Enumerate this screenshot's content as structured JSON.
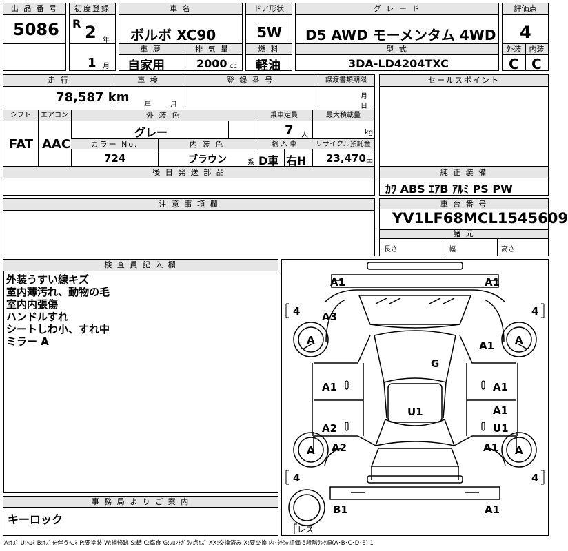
{
  "header": {
    "lot_label": "出 品 番 号",
    "lot_no": "5086",
    "first_reg_label": "初度登録",
    "era": "R",
    "year": "2",
    "year_unit": "年",
    "month": "1",
    "month_unit": "月",
    "car_name_label": "車 名",
    "car_name": "ボルボ XC90",
    "door_label": "ドア形状",
    "door": "5W",
    "grade_label": "グ レ ー ド",
    "grade": "D5 AWD モーメンタム 4WD",
    "score_label": "評価点",
    "score": "4",
    "history_label": "車 歴",
    "history": "自家用",
    "displacement_label": "排 気 量",
    "displacement": "2000",
    "displacement_unit": "cc",
    "fuel_label": "燃 料",
    "fuel": "軽油",
    "model_label": "型 式",
    "model": "3DA-LD4204TXC",
    "ext_grade_label": "外装",
    "ext_grade": "C",
    "int_grade_label": "内装",
    "int_grade": "C"
  },
  "info": {
    "mileage_label": "走 行",
    "mileage": "78,587 km",
    "inspection_label": "車 検",
    "insp_year_unit": "年",
    "insp_month_unit": "月",
    "reg_no_label": "登 録 番 号",
    "transfer_label": "譲渡書類期限",
    "transfer_month_unit": "月",
    "transfer_day_unit": "日",
    "sales_point_label": "セールスポイント",
    "shift_label": "シフト",
    "shift": "FAT",
    "ac_label": "エアコン",
    "ac": "AAC",
    "color_label": "外 装 色",
    "color": "グレー",
    "capacity_label": "乗車定員",
    "capacity": "7",
    "capacity_unit": "人",
    "load_label": "最大積載量",
    "load_unit": "kg",
    "color_no_label": "カラー No.",
    "color_no": "724",
    "int_color_label": "内 装 色",
    "int_color": "ブラウン",
    "int_color_unit": "系",
    "import_label": "輸 入 車",
    "import_d": "D車",
    "import_h": "右H",
    "recycle_label": "リサイクル預託金",
    "recycle": "23,470",
    "recycle_unit": "円",
    "later_parts_label": "後 日 発 送 部 品",
    "genuine_label": "純 正 装 備",
    "genuine": "ｶﾜ ABS ｴｱB ｱﾙﾐ PS PW",
    "notes_label": "注 意 事 項 欄",
    "chassis_label": "車 台 番 号",
    "chassis": "YV1LF68MCL1545609",
    "dims_label": "諸 元",
    "length_label": "長さ",
    "width_label": "幅",
    "height_label": "高さ"
  },
  "inspector": {
    "label": "検 査 員 記 入 欄",
    "lines": [
      "外装うすい線キズ",
      "室内薄汚れ、動物の毛",
      "室内内張傷",
      "ハンドルすれ",
      "シートしわ小、すれ中",
      "ミラー A"
    ]
  },
  "office": {
    "label": "事 務 局 よ り ご 案 内",
    "text": "キーロック"
  },
  "diagram": {
    "marks": {
      "front_left": "A1",
      "front_right": "A1",
      "hood_left": "A3",
      "roof": "G",
      "fender_rr_top": "A1",
      "door_fl": "A1",
      "door_fr": "A1",
      "center": "U1",
      "door_rl": "A2",
      "door_rr1": "A1",
      "door_rr2": "U1",
      "rear_left": "A2",
      "rear_right_q": "A1",
      "back_left": "B1",
      "back_right": "A1",
      "tire_fl": "A",
      "tire_fr": "A",
      "tire_rl": "A",
      "tire_rr": "A",
      "tread_fl": "4",
      "tread_fr": "4",
      "tread_rl": "4",
      "tread_rr": "4",
      "spare": "レス"
    }
  },
  "legend": "A:ｷｽﾞ U:ﾍｺﾐ B:ｷｽﾞを伴うﾍｺﾐ P:要塗装 W:補修跡 S:錆 C:腐食 G:ﾌﾛﾝﾄｶﾞﾗｽ点ｷｽﾞ XX:交換済み X:要交換 内･外装評価 5段階ﾗﾝｸ順(A･B･C･D･E) 1"
}
